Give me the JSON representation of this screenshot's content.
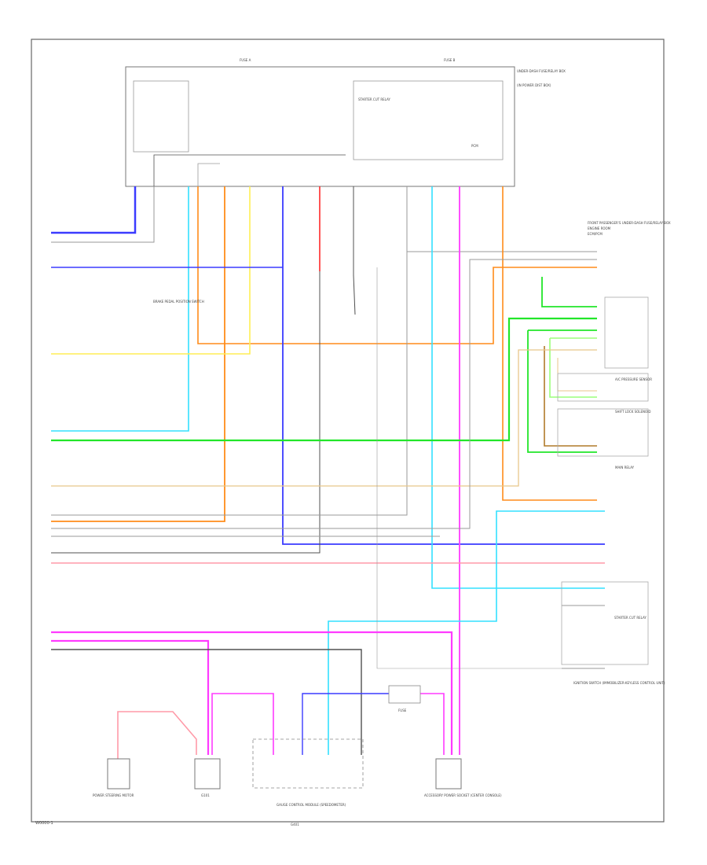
{
  "colors": {
    "frame": "#666666",
    "wire_gray": "#9a9a9a",
    "blue": "#3b3bff",
    "cyan": "#33e0ff",
    "orange": "#ff8c1a",
    "yellow": "#ffee55",
    "red": "#ff2a2a",
    "green": "#22e62a",
    "light_green": "#9cff7a",
    "pink": "#ff3bff",
    "pale_pink": "#ff9aa8",
    "tan": "#e8c68a",
    "brown": "#b07a2a",
    "dark": "#505050"
  },
  "labels": {
    "footer_code": "W0000-1",
    "fuse_box_title": "UNDER-DASH FUSE/RELAY BOX",
    "fuse_box_sub": "(IN POWER DIST BOX)",
    "fuse_top_left": "FUSE A",
    "fuse_top_right": "FUSE B",
    "relay_inner": "STARTER CUT RELAY",
    "pcm": "PCM",
    "side_connector_1": "FRONT PASSENGER'S UNDER-DASH FUSE/RELAY BOX",
    "side_connector_2": "ENGINE ROOM",
    "side_connector_3": "ECM/PCM",
    "switch_label": "BRAKE PEDAL POSITION SWITCH",
    "side_mid_1": "A/C PRESSURE SENSOR",
    "side_mid_2": "SHIFT LOCK SOLENOID",
    "side_mid_3": "MAIN RELAY",
    "side_low_1": "STARTER CUT RELAY",
    "side_low_2": "IGNITION SWITCH (IMMOBILIZER-KEYLESS CONTROL UNIT)",
    "bottom_1": "POWER STEERING MOTOR",
    "bottom_2": "G101",
    "bottom_3": "GAUGE CONTROL MODULE (SPEEDOMETER)",
    "bottom_4": "G401",
    "bottom_5": "ACCESSORY POWER SOCKET (CENTER CONSOLE)",
    "fuse_small": "FUSE"
  }
}
